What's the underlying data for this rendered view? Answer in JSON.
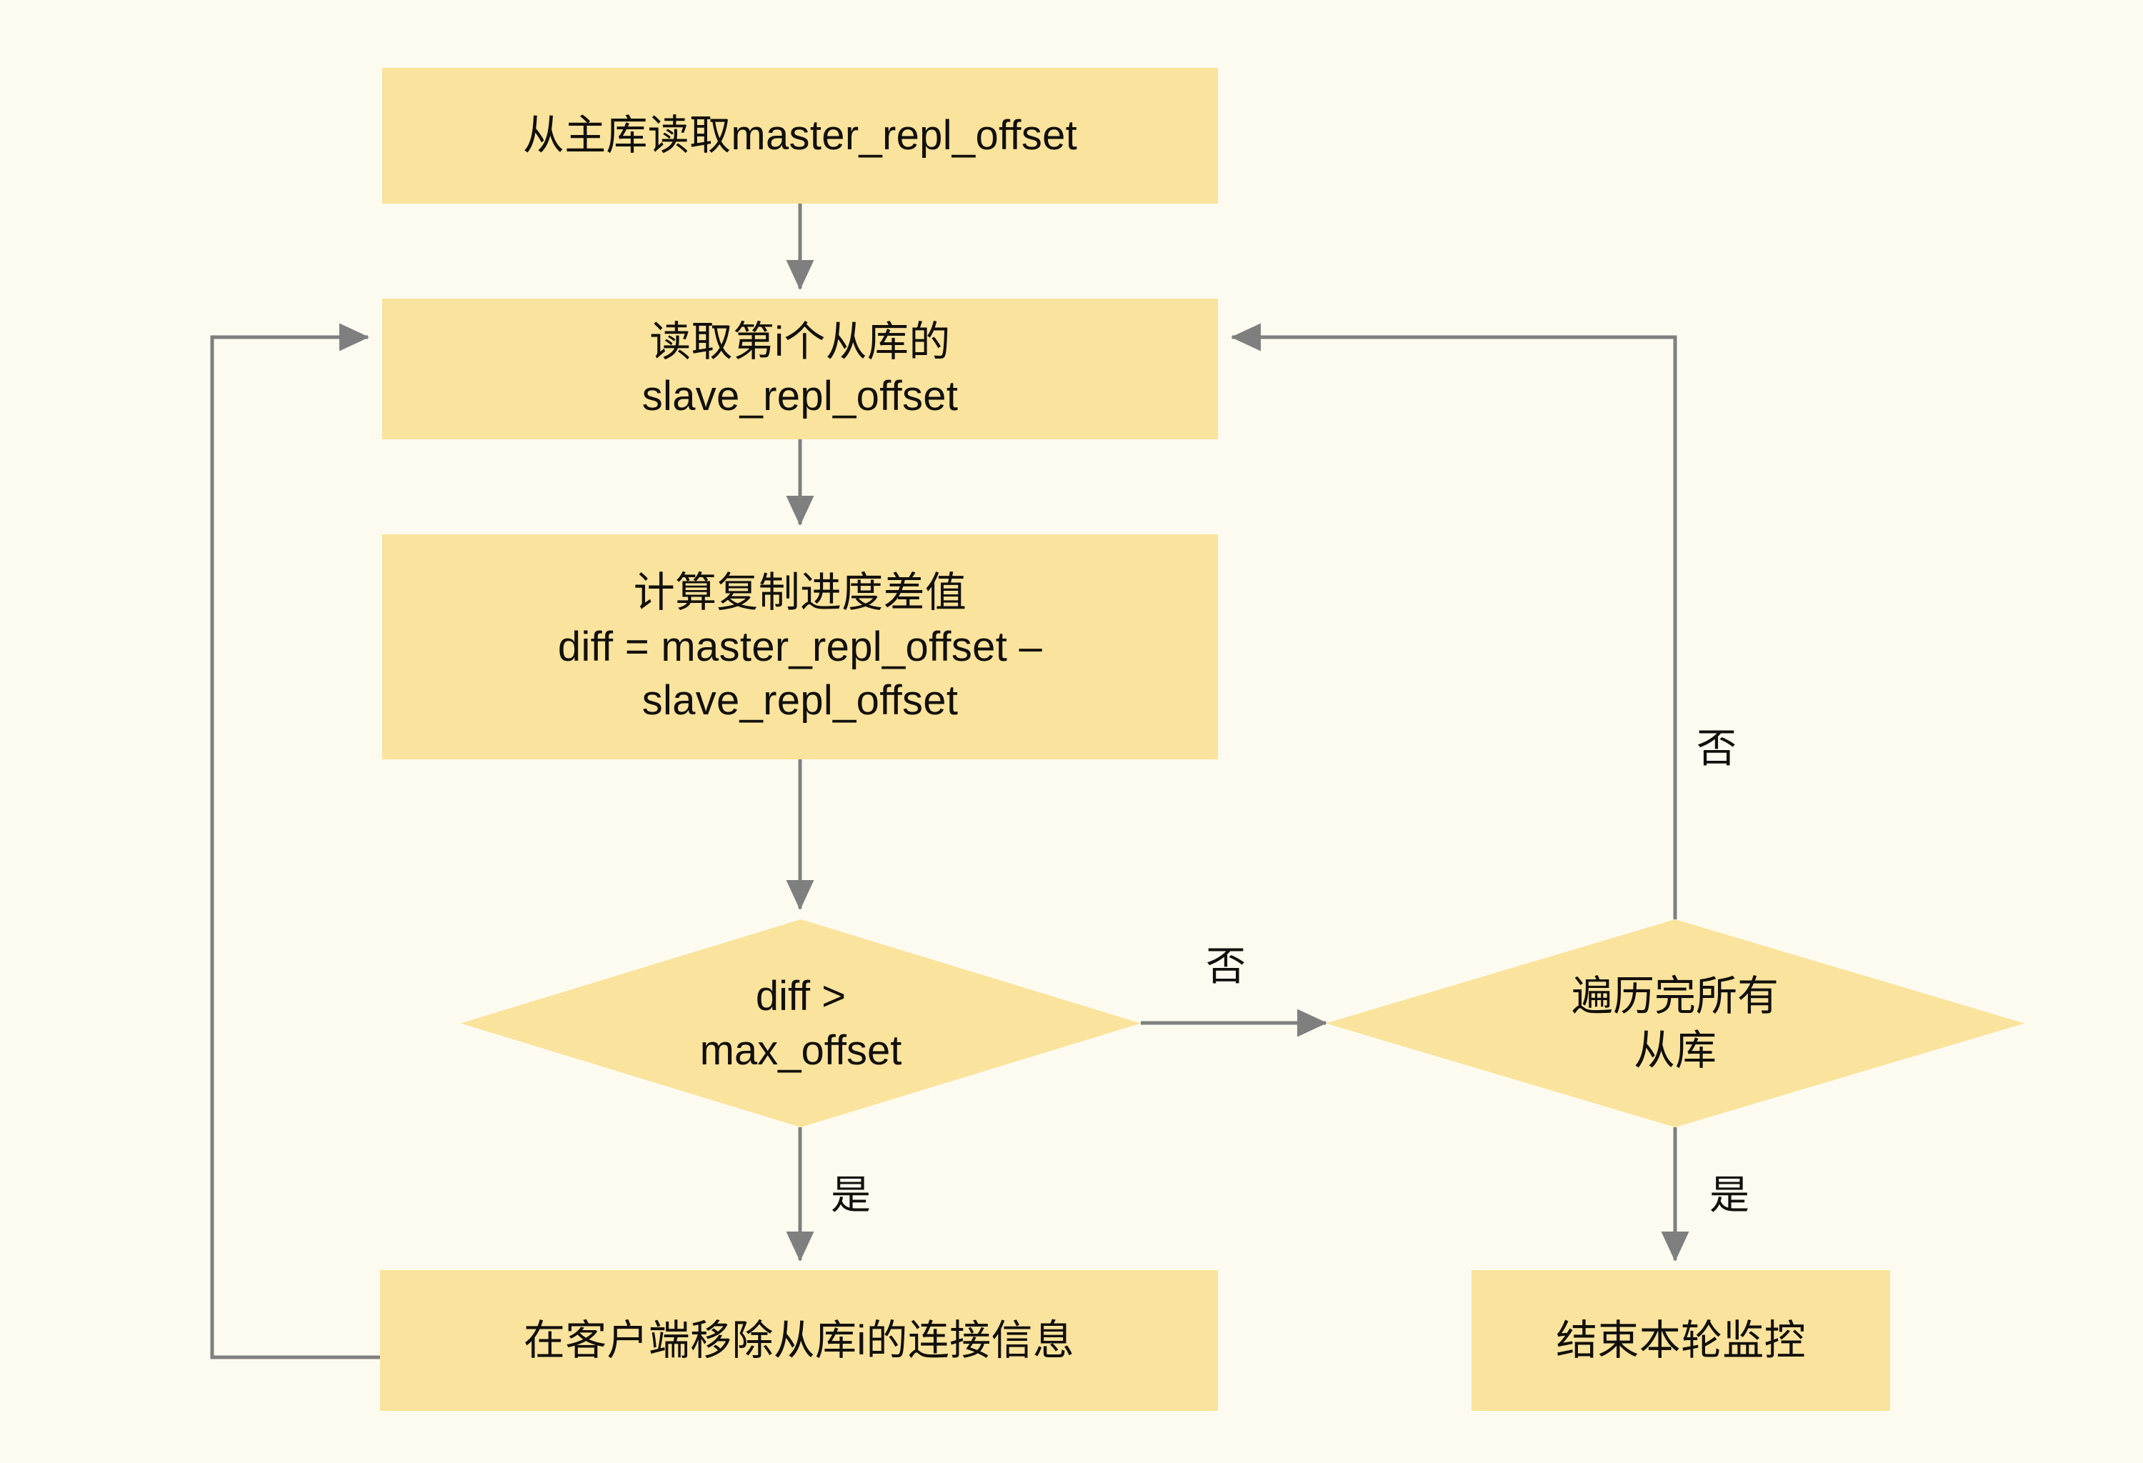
{
  "diagram": {
    "type": "flowchart",
    "title_text": "",
    "background_color": "#fdfbf0",
    "node_fill_color": "#fae39c",
    "edge_color": "#7f7f7f",
    "text_color": "#12100c"
  },
  "nodes": {
    "read_master_offset": {
      "shape": "rectangle",
      "label": "从主库读取master_repl_offset"
    },
    "read_slave_offset": {
      "shape": "rectangle",
      "label": "读取第i个从库的\nslave_repl_offset"
    },
    "compute_diff": {
      "shape": "rectangle",
      "label": "计算复制进度差值\ndiff = master_repl_offset –\nslave_repl_offset"
    },
    "diff_gt_max": {
      "shape": "diamond",
      "label": "diff >\nmax_offset"
    },
    "all_slaves_done": {
      "shape": "diamond",
      "label": "遍历完所有\n从库"
    },
    "remove_slave_conn": {
      "shape": "rectangle",
      "label": "在客户端移除从库i的连接信息"
    },
    "end_round": {
      "shape": "rectangle",
      "label": "结束本轮监控"
    }
  },
  "edge_labels": {
    "diff_no": "否",
    "diff_yes": "是",
    "traverse_no": "否",
    "traverse_yes": "是"
  }
}
